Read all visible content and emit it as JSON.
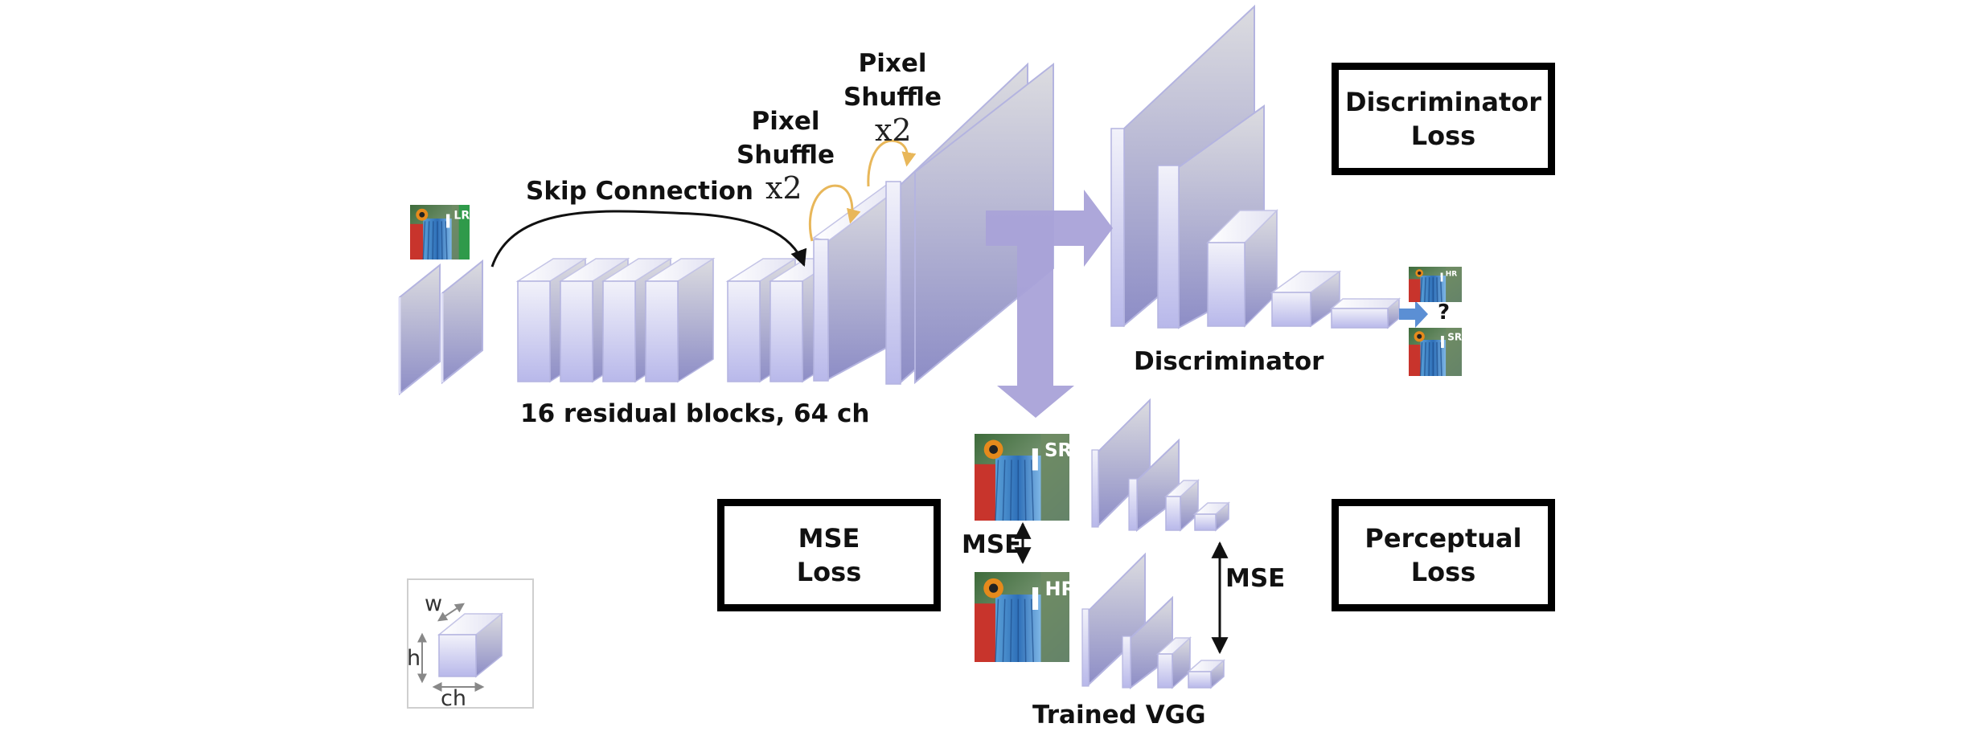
{
  "generator": {
    "skip_connection": "Skip Connection",
    "residual_caption": "16 residual blocks, 64 ch",
    "pixel_shuffle_1": [
      "Pixel",
      "Shuffle"
    ],
    "pixel_shuffle_2": [
      "Pixel",
      "Shuffle"
    ],
    "scale_1": "x2",
    "scale_2": "x2",
    "input_image": {
      "main": "I",
      "sup": "LR"
    }
  },
  "discriminator": {
    "label": "Discriminator",
    "question": "?",
    "hr_image": {
      "main": "I",
      "sup": "HR"
    },
    "sr_image": {
      "main": "I",
      "sup": "SR"
    }
  },
  "losses": {
    "discriminator_loss": [
      "Discriminator",
      "Loss"
    ],
    "mse_loss": [
      "MSE",
      "Loss"
    ],
    "perceptual_loss": [
      "Perceptual",
      "Loss"
    ]
  },
  "vgg": {
    "label": "Trained VGG",
    "mse_left": "MSE",
    "mse_right": "MSE",
    "sr_image": {
      "main": "I",
      "sup": "SR"
    },
    "hr_image": {
      "main": "I",
      "sup": "HR"
    }
  },
  "legend": {
    "w": "w",
    "h": "h",
    "ch": "ch"
  },
  "colors": {
    "block_front_top": "#ececf7",
    "block_front_bottom": "#b9b9ea",
    "block_side_top": "#d6d6dc",
    "block_side_bottom": "#8f8fc8",
    "block_edge": "#b4b4e0",
    "arrow": "#a9a2d8",
    "small_arrow": "#5b8fd4",
    "skip_line": "#111111",
    "shuffle_curve": "#e8b75a",
    "loss_border": "#000000"
  },
  "icons": [
    "mandrill-image",
    "arrow-down-icon",
    "arrow-right-icon",
    "double-arrow-icon"
  ]
}
